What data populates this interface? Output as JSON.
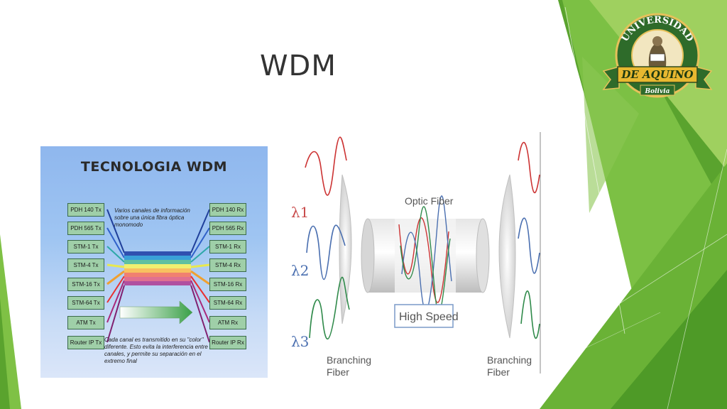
{
  "slide": {
    "title": "WDM"
  },
  "logo": {
    "arc_text": "UNIVERSIDAD",
    "banner_text": "DE AQUINO",
    "sub_text": "Bolivia"
  },
  "left_figure": {
    "title": "TECNOLOGIA WDM",
    "description": "Varios canales de información sobre una única fibra óptica monomodo",
    "footer_note": "Cada canal es transmitido en su \"color\" diferente. Esto evita la interferencia entre canales, y permite su separación en el extremo final",
    "tx_labels": [
      "PDH 140 Tx",
      "PDH 565 Tx",
      "STM-1 Tx",
      "STM-4 Tx",
      "STM-16 Tx",
      "STM-64 Tx",
      "ATM Tx",
      "Router IP Tx"
    ],
    "rx_labels": [
      "PDH 140 Rx",
      "PDH 565 Rx",
      "STM-1 Rx",
      "STM-4 Rx",
      "STM-16 Rx",
      "STM-64 Rx",
      "ATM Rx",
      "Router IP Rx"
    ]
  },
  "right_figure": {
    "lambda_1": "λ1",
    "lambda_2": "λ2",
    "lambda_3": "λ3",
    "optic_fiber_label": "Optic Fiber",
    "high_speed_label": "High Speed",
    "left_branch_label_1": "Branching",
    "left_branch_label_2": "Fiber",
    "right_branch_label_1": "Branching",
    "right_branch_label_2": "Fiber"
  },
  "colors": {
    "green_dark": "#4f9a2a",
    "green_mid": "#6fb83a",
    "green_light": "#9ccd5e",
    "wave_red": "#cc3333",
    "wave_blue": "#4a6fb0",
    "wave_green": "#2f8a4a"
  }
}
